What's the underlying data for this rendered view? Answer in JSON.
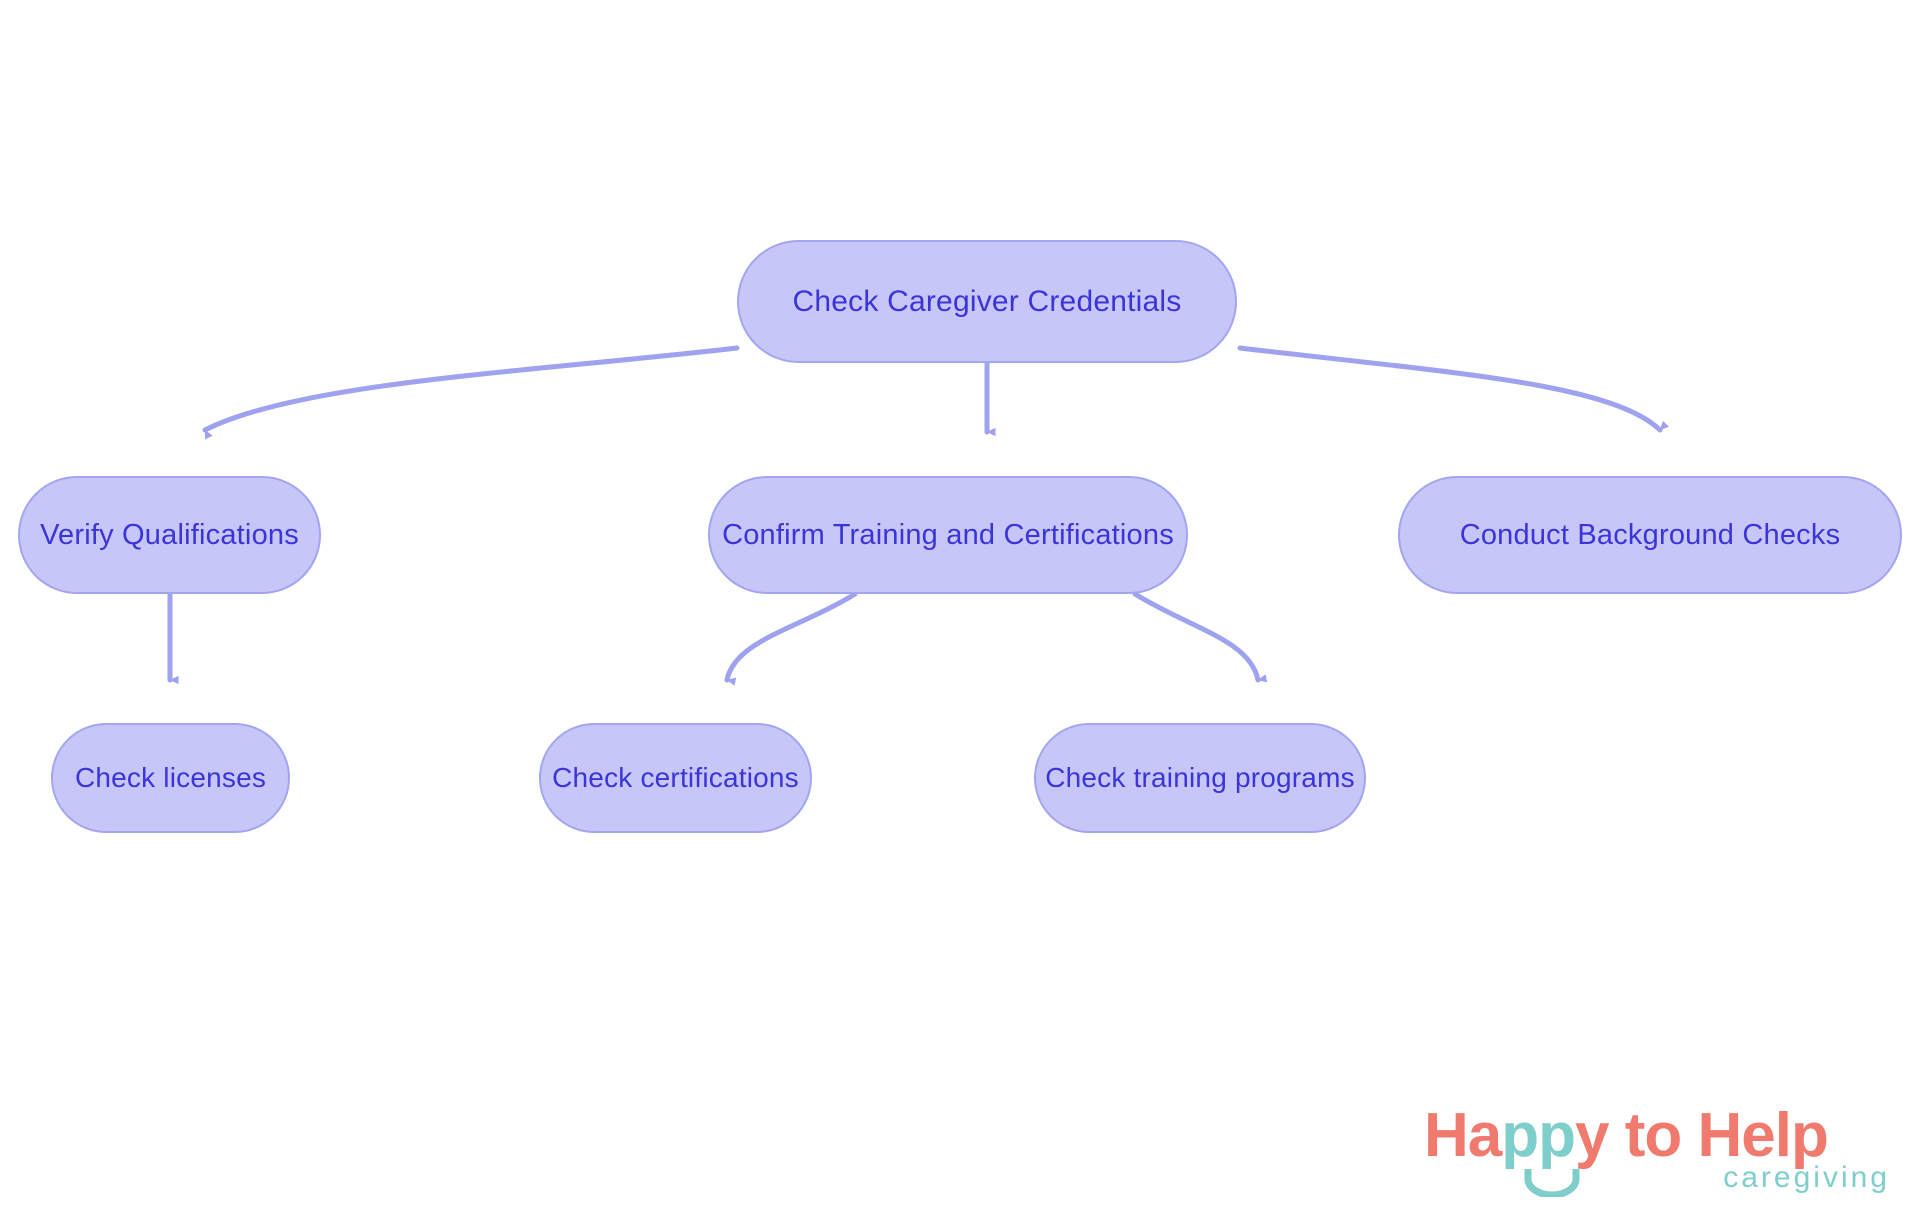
{
  "diagram": {
    "title": "Check Caregiver Credentials",
    "type": "flowchart",
    "direction": "top-down",
    "colors": {
      "node_fill": "#c6c7f8",
      "node_border": "#a3a5f0",
      "node_text": "#3b34da",
      "edge": "#9fa2ee",
      "background": "#ffffff",
      "logo_coral": "#ef7a6d",
      "logo_teal": "#7ecfcb"
    },
    "nodes": [
      {
        "id": "root",
        "label": "Check Caregiver Credentials",
        "level": 0
      },
      {
        "id": "verify",
        "label": "Verify Qualifications",
        "level": 1
      },
      {
        "id": "confirm",
        "label": "Confirm Training and Certifications",
        "level": 1
      },
      {
        "id": "background",
        "label": "Conduct Background Checks",
        "level": 1
      },
      {
        "id": "licenses",
        "label": "Check licenses",
        "level": 2
      },
      {
        "id": "certs",
        "label": "Check certifications",
        "level": 2
      },
      {
        "id": "training",
        "label": "Check training programs",
        "level": 2
      }
    ],
    "edges": [
      {
        "from": "root",
        "to": "verify",
        "style": "curved",
        "arrow": "triangle"
      },
      {
        "from": "root",
        "to": "confirm",
        "style": "straight",
        "arrow": "triangle"
      },
      {
        "from": "root",
        "to": "background",
        "style": "curved",
        "arrow": "triangle"
      },
      {
        "from": "verify",
        "to": "licenses",
        "style": "straight",
        "arrow": "triangle"
      },
      {
        "from": "confirm",
        "to": "certs",
        "style": "curved",
        "arrow": "triangle"
      },
      {
        "from": "confirm",
        "to": "training",
        "style": "curved",
        "arrow": "triangle"
      }
    ]
  },
  "logo": {
    "word_happy_ha": "Ha",
    "word_happy_pp": "pp",
    "word_happy_y": "y",
    "word_to": " to ",
    "word_help": "Help",
    "tagline": "caregiving"
  }
}
